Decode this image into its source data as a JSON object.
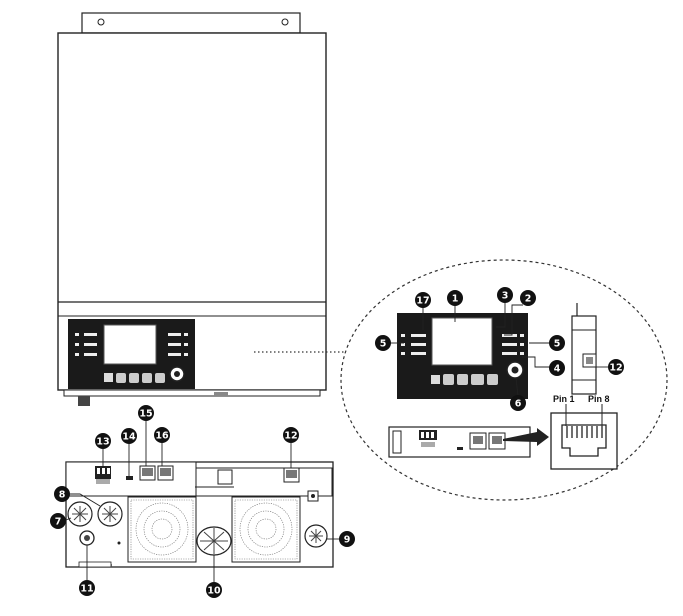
{
  "callouts": [
    {
      "id": "1",
      "text": "1"
    },
    {
      "id": "2",
      "text": "2"
    },
    {
      "id": "3",
      "text": "3"
    },
    {
      "id": "4",
      "text": "4"
    },
    {
      "id": "5a",
      "text": "5"
    },
    {
      "id": "5b",
      "text": "5"
    },
    {
      "id": "6",
      "text": "6"
    },
    {
      "id": "7",
      "text": "7"
    },
    {
      "id": "8",
      "text": "8"
    },
    {
      "id": "9",
      "text": "9"
    },
    {
      "id": "10",
      "text": "10"
    },
    {
      "id": "11",
      "text": "11"
    },
    {
      "id": "12a",
      "text": "12"
    },
    {
      "id": "12b",
      "text": "12"
    },
    {
      "id": "13",
      "text": "13"
    },
    {
      "id": "14",
      "text": "14"
    },
    {
      "id": "15",
      "text": "15"
    },
    {
      "id": "16",
      "text": "16"
    },
    {
      "id": "17",
      "text": "17"
    }
  ],
  "rj45_labels": {
    "pin1": "Pin 1",
    "pin8": "Pin 8"
  }
}
